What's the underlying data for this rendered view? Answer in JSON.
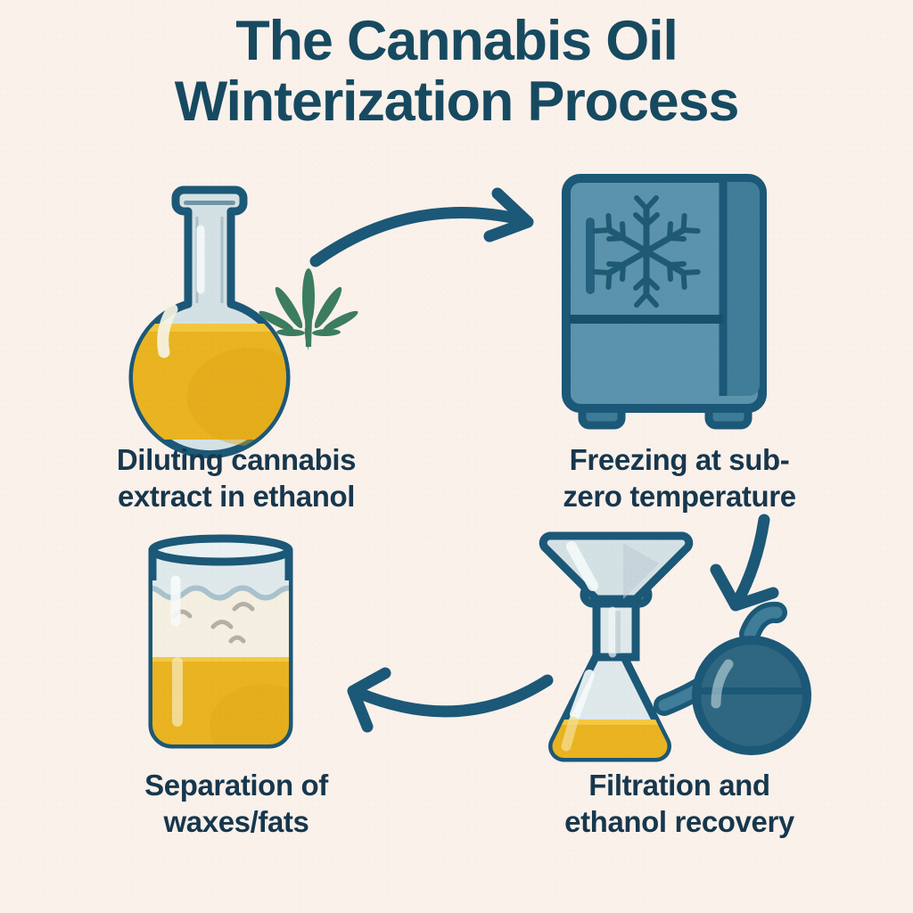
{
  "page": {
    "title": "The Cannabis Oil\nWinterization Process",
    "background_color": "#faf1eb",
    "ink_color": "#17374d",
    "accent_amber": "#e9b321",
    "accent_glass": "#cfdde1",
    "accent_steel": "#5b93ad",
    "accent_leaf_green": "#3c7c60",
    "accent_vacuum_blue": "#2f6781"
  },
  "steps": [
    {
      "index": 1,
      "caption": "Diluting cannabis\nextract in ethanol",
      "icon": "round-bottom-flask-icon",
      "secondary_icon": "cannabis-leaf-icon"
    },
    {
      "index": 2,
      "caption": "Freezing at sub-\nzero temperature",
      "icon": "freezer-icon",
      "secondary_icon": "snowflake-icon"
    },
    {
      "index": 3,
      "caption": "Filtration and\nethanol recovery",
      "icon": "filtration-funnel-flask-icon",
      "secondary_icon": "vacuum-flask-icon"
    },
    {
      "index": 4,
      "caption": "Separation of\nwaxes/fats",
      "icon": "beaker-wax-layer-icon",
      "secondary_icon": ""
    }
  ],
  "arrows": [
    {
      "name": "arrow-step1-to-step2",
      "direction": "right",
      "shape": "curve-up"
    },
    {
      "name": "arrow-step2-to-step3",
      "direction": "down",
      "shape": "straight-down-left"
    },
    {
      "name": "arrow-step3-to-step4",
      "direction": "left",
      "shape": "curve-down"
    }
  ]
}
